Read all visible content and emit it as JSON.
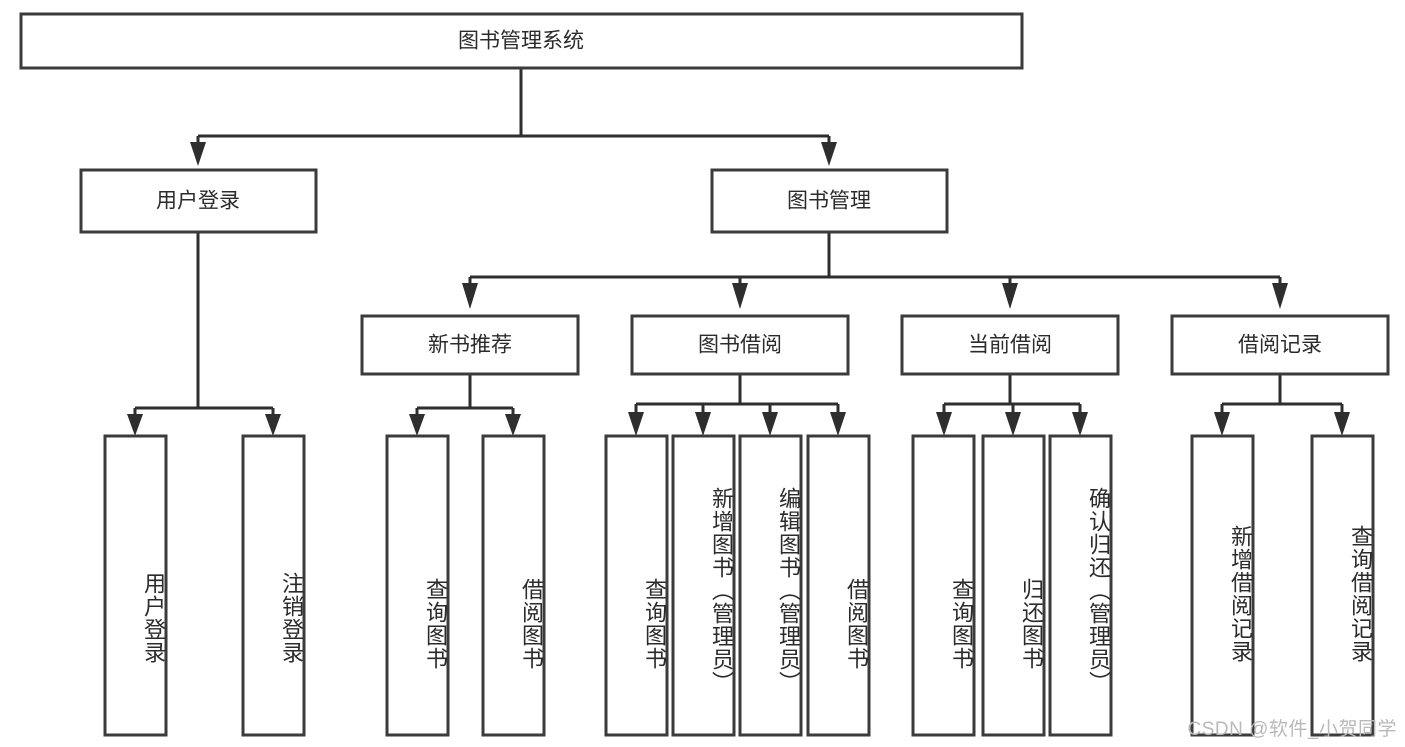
{
  "diagram": {
    "type": "tree-hierarchy",
    "title": "图书管理系统",
    "watermark": "CSDN @软件_小贺同学",
    "colors": {
      "box_stroke": "#3b3b3b",
      "connector": "#2e2e2e",
      "background": "#ffffff",
      "text": "#2b2b2b",
      "watermark": "#b9b9b9"
    },
    "levels": {
      "root": {
        "label": "图书管理系统"
      },
      "level2": [
        {
          "label": "用户登录"
        },
        {
          "label": "图书管理"
        }
      ],
      "level3": [
        {
          "label": "新书推荐"
        },
        {
          "label": "图书借阅"
        },
        {
          "label": "当前借阅"
        },
        {
          "label": "借阅记录"
        }
      ]
    },
    "leaves": {
      "user_login": [
        {
          "label": "用户登录"
        },
        {
          "label": "注销登录"
        }
      ],
      "new_book_recommend": [
        {
          "label": "查询图书"
        },
        {
          "label": "借阅图书"
        }
      ],
      "book_borrow": [
        {
          "label": "查询图书"
        },
        {
          "label": "新增图书（管理员）"
        },
        {
          "label": "编辑图书（管理员）"
        },
        {
          "label": "借阅图书"
        }
      ],
      "current_borrow": [
        {
          "label": "查询图书"
        },
        {
          "label": "归还图书"
        },
        {
          "label": "确认归还（管理员）"
        }
      ],
      "borrow_record": [
        {
          "label": "新增借阅记录"
        },
        {
          "label": "查询借阅记录"
        }
      ]
    }
  }
}
